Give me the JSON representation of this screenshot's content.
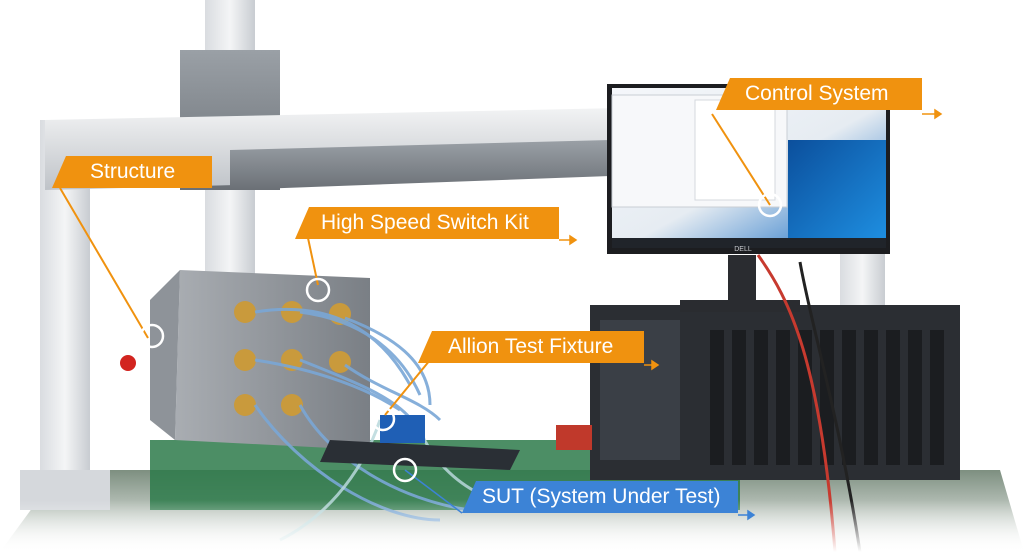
{
  "callouts": {
    "control_system": "Control  System",
    "structure": "Structure",
    "high_speed_switch_kit": "High Speed Switch Kit",
    "allion_test_fixture": "Allion Test Fixture",
    "sut": "SUT (System Under Test)"
  },
  "monitor_brand": "DELL",
  "colors": {
    "callout_orange": "#f0920f",
    "callout_blue": "#3c83d6",
    "leader_orange": "#f0920f",
    "highlight_ring": "#ffffff"
  },
  "icons": [
    "highlight-ring",
    "leader-arrow"
  ]
}
